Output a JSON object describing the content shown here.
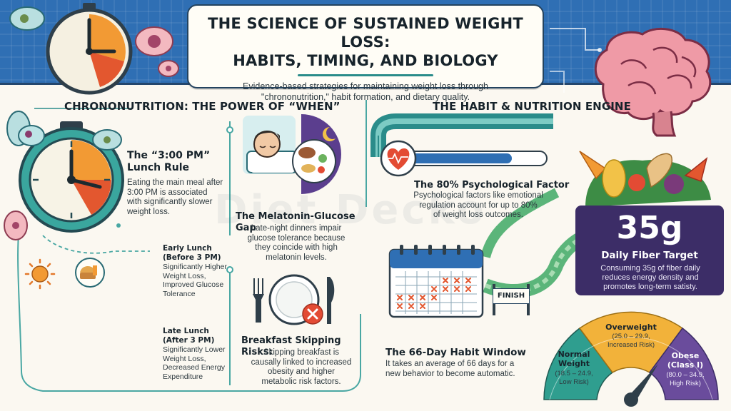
{
  "header": {
    "title_line1": "THE SCIENCE OF SUSTAINED WEIGHT LOSS:",
    "title_line2": "HABITS, TIMING, AND BIOLOGY",
    "subtitle_line1": "Evidence-based strategies for maintaining weight loss through",
    "subtitle_line2": "\"chrononutrition,\" habit formation, and dietary quality."
  },
  "left_section": {
    "heading": "CHRONONUTRITION: THE POWER OF “WHEN”",
    "lunch_rule": {
      "title_line1": "The “3:00 PM”",
      "title_line2": "Lunch Rule",
      "body_lines": [
        "Eating the main meal after",
        "3:00 PM is associated",
        "with significantly slower",
        "weight loss."
      ]
    },
    "early_lunch": {
      "title_lines": [
        "Early Lunch",
        "(Before 3 PM)"
      ],
      "body_lines": [
        "Significantly Higher",
        "Weight Loss,",
        "Improved Glucose",
        "Tolerance"
      ]
    },
    "late_lunch": {
      "title_lines": [
        "Late Lunch",
        "(After 3 PM)"
      ],
      "body_lines": [
        "Significantly Lower",
        "Weight Loss,",
        "Decreased Energy",
        "Expenditure"
      ]
    },
    "melatonin": {
      "title": "The Melatonin-Glucose Gap",
      "body_lines": [
        "Late-night dinners impair",
        "glucose tolerance because",
        "they coincide with high",
        "melatonin levels."
      ]
    },
    "breakfast": {
      "title": "Breakfast Skipping Risks:",
      "body_lines": [
        "Skipping breakfast is",
        "causally linked to increased",
        "obesity and higher",
        "metabolic risk factors."
      ]
    }
  },
  "right_section": {
    "heading": "THE HABIT & NUTRITION ENGINE",
    "psych": {
      "title": "The 80% Psychological Factor",
      "body_lines": [
        "Psychological factors like emotional",
        "regulation account for up to 80%",
        "of weight loss outcomes."
      ]
    },
    "habit_window": {
      "title": "The 66-Day Habit Window",
      "body_lines": [
        "It takes an average of 66 days for a",
        "new behavior to become automatic."
      ]
    },
    "finish_label": "FINISH",
    "fiber": {
      "big_value": "35g",
      "title": "Daily Fiber Target",
      "body_lines": [
        "Consuming 35g of fiber daily",
        "reduces energy density and",
        "promotes long-term satisty."
      ]
    },
    "gauge": {
      "normal": {
        "title_lines": [
          "Normal",
          "Weight"
        ],
        "sub_lines": [
          "(18.5 – 24.9,",
          "Low Risk)"
        ],
        "color": "#2f9e8f"
      },
      "overweight": {
        "title_lines": [
          "Overweight"
        ],
        "sub_lines": [
          "(25.0 – 29.9,",
          "Increased Risk)"
        ],
        "color": "#f2b23a"
      },
      "obese": {
        "title_lines": [
          "Obese",
          "(Class I)"
        ],
        "sub_lines": [
          "(80.0 – 34.9,",
          "High Risk)"
        ],
        "color": "#6a4c9c"
      }
    },
    "watermark": "Diet Decko"
  },
  "colors": {
    "header_blue": "#2f6fb4",
    "teal": "#2a8c8a",
    "orange": "#f29a34",
    "purple": "#3c2d67",
    "green": "#5bb57a"
  },
  "icons": [
    "clock-icon",
    "sleeping-person-icon",
    "moon-icon",
    "food-plate-icon",
    "sun-icon",
    "lunch-icon",
    "fork-icon",
    "knife-icon",
    "no-icon",
    "heart-pulse-icon",
    "calendar-icon",
    "brain-icon",
    "vegetables-icon",
    "gauge-icon"
  ]
}
